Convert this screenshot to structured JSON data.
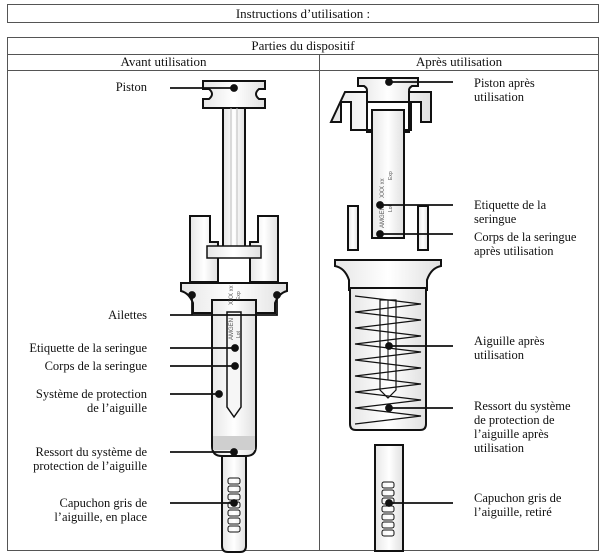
{
  "header": {
    "title": "Instructions d’utilisation :"
  },
  "table": {
    "title": "Parties du dispositif",
    "columns": {
      "before": {
        "heading": "Avant utilisation",
        "labels": [
          {
            "id": "piston",
            "text": "Piston"
          },
          {
            "id": "ailettes",
            "text": "Ailettes"
          },
          {
            "id": "etiquette",
            "text": "Etiquette de la seringue"
          },
          {
            "id": "corps",
            "text": "Corps de la seringue"
          },
          {
            "id": "protection",
            "line1": "Système de protection",
            "line2": "de l’aiguille"
          },
          {
            "id": "ressort",
            "line1": "Ressort du système de",
            "line2": "protection de l’aiguille"
          },
          {
            "id": "capuchon",
            "line1": "Capuchon gris de",
            "line2": "l’aiguille, en place"
          }
        ],
        "syringe_label": {
          "brand": "AMGEN",
          "code": "XXX xx",
          "exp": "Exp",
          "lot": "Lot"
        }
      },
      "after": {
        "heading": "Après utilisation",
        "labels": [
          {
            "id": "piston",
            "line1": "Piston après",
            "line2": "utilisation"
          },
          {
            "id": "etiquette",
            "line1": "Etiquette de la",
            "line2": "seringue"
          },
          {
            "id": "corps",
            "line1": "Corps de la seringue",
            "line2": "après utilisation"
          },
          {
            "id": "aiguille",
            "line1": "Aiguille après",
            "line2": "utilisation"
          },
          {
            "id": "ressort",
            "line1": "Ressort du système",
            "line2": "de protection de",
            "line3": "l’aiguille après",
            "line4": "utilisation"
          },
          {
            "id": "capuchon",
            "line1": "Capuchon gris de",
            "line2": "l’aiguille, retiré"
          }
        ],
        "syringe_label": {
          "brand": "AMGEN",
          "code": "XXX xx",
          "exp": "Exp",
          "lot": "Lot"
        }
      }
    }
  },
  "colors": {
    "border": "#555555",
    "line": "#111111",
    "fill_light": "#f2f2f2",
    "fill_grey": "#d8d8d8"
  }
}
